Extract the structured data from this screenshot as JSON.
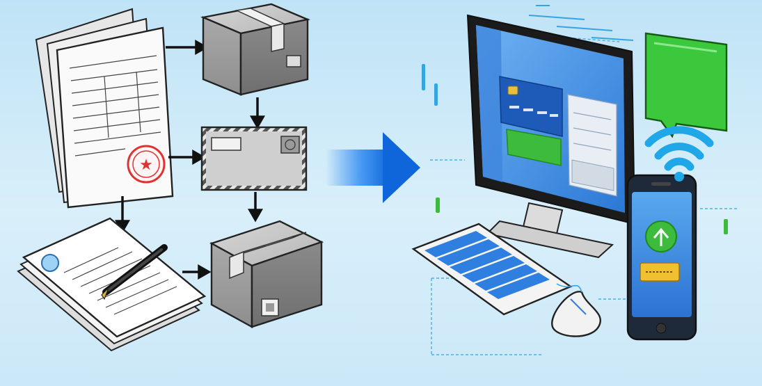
{
  "left_panel": {
    "items": [
      {
        "name": "document-stack",
        "icon": "paper-documents-icon"
      },
      {
        "name": "package-top",
        "icon": "cardboard-box-icon"
      },
      {
        "name": "envelope",
        "icon": "mail-envelope-icon"
      },
      {
        "name": "signed-form",
        "icon": "form-with-pen-icon"
      },
      {
        "name": "package-bottom",
        "icon": "cardboard-box-icon"
      }
    ],
    "stamp_symbol": "★"
  },
  "transition": {
    "icon": "right-arrow-icon"
  },
  "right_panel": {
    "items": [
      {
        "name": "desktop-monitor",
        "icon": "monitor-icon"
      },
      {
        "name": "payment-card",
        "icon": "credit-card-icon"
      },
      {
        "name": "keyboard",
        "icon": "keyboard-icon"
      },
      {
        "name": "mouse",
        "icon": "mouse-icon"
      },
      {
        "name": "smartphone",
        "icon": "smartphone-icon"
      },
      {
        "name": "chat-bubble",
        "icon": "chat-bubble-icon"
      },
      {
        "name": "wifi-signal",
        "icon": "wifi-icon"
      }
    ],
    "colors": {
      "screen_blue": "#2f7fe0",
      "accent_green": "#3dbb3d",
      "chat_green": "#3cc83c",
      "card_blue": "#1e5bb8",
      "wifi_blue": "#1fa7e8",
      "arrow_blue": "#1273e6"
    }
  }
}
